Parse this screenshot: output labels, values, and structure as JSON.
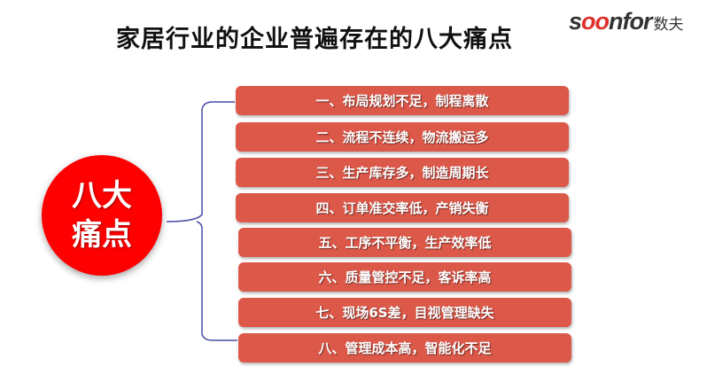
{
  "title": "家居行业的企业普遍存在的八大痛点",
  "logo": {
    "prefix": "s",
    "oo": "oo",
    "suffix": "nfor",
    "cn": "数夫"
  },
  "center": {
    "line1": "八大",
    "line2": "痛点"
  },
  "items": [
    "一、布局规划不足，制程离散",
    "二、流程不连续，物流搬运多",
    "三、生产库存多，制造周期长",
    "四、订单准交率低，产销失衡",
    "五、工序不平衡，生产效率低",
    "六、质量管控不足，客诉率高",
    "七、现场6S差，目视管理缺失",
    "八、管理成本高，智能化不足"
  ],
  "colors": {
    "circle": "#ff0000",
    "bar": "#dc5849",
    "brace": "#4a4aa8"
  }
}
